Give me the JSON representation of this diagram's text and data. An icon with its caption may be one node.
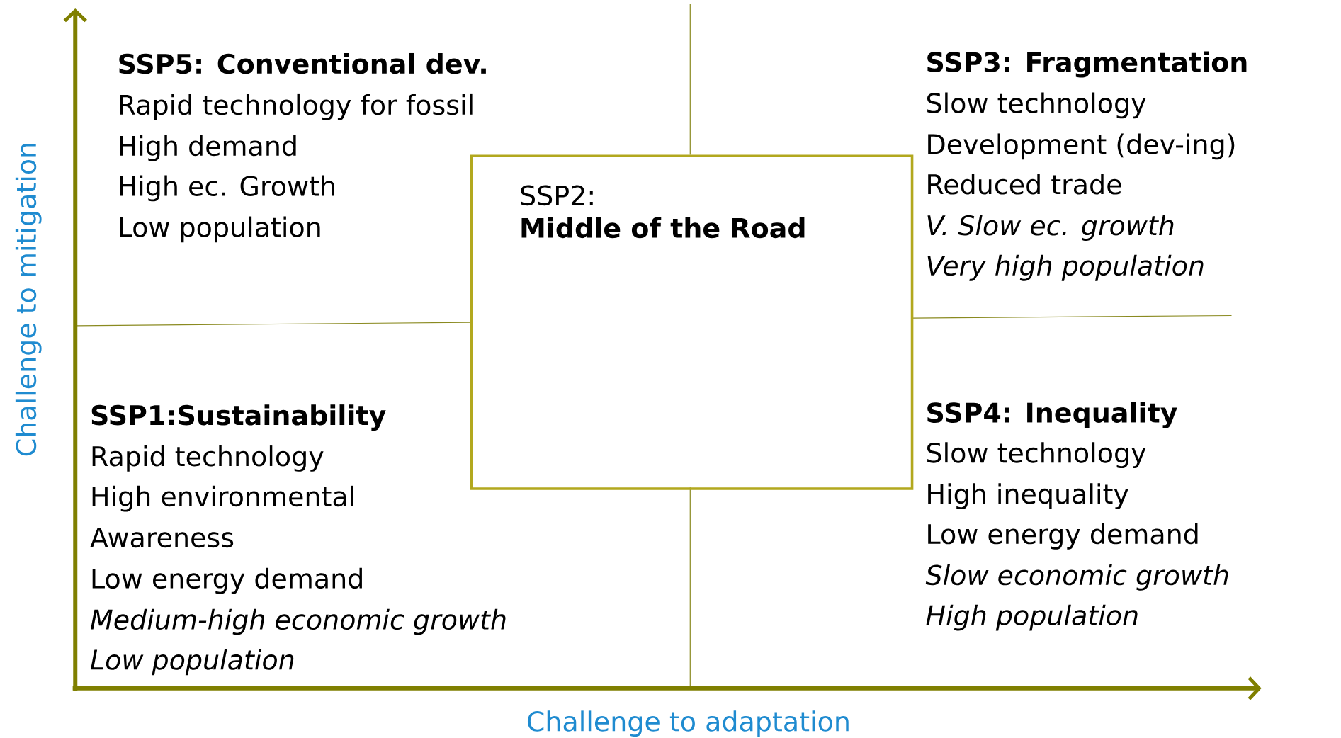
{
  "diagram": {
    "nodes": [
      {
        "text": [
          "SSP2:",
          "Middle of the Road"
        ]
      }
    ],
    "edges": [],
    "labels": [
      "SSP5: Conventional dev.",
      "Rapid technology for fossil",
      "High demand",
      "High ec. Growth",
      "Low population",
      "SSP3: Fragmentation",
      "Slow technology",
      "Development (dev-ing)",
      "Reduced trade",
      "V. Slow ec. growth",
      "Very high population",
      "SSP1:Sustainability",
      "Rapid technology",
      "High environmental",
      "Awareness",
      "Low energy demand",
      "Medium-high economic growth",
      "Low population",
      "SSP4: Inequality",
      "Slow technology",
      "High inequality",
      "Low energy demand",
      "Slow economic growth",
      "High population",
      "Challenge to mitigation",
      "Challenge to adaptation"
    ]
  }
}
